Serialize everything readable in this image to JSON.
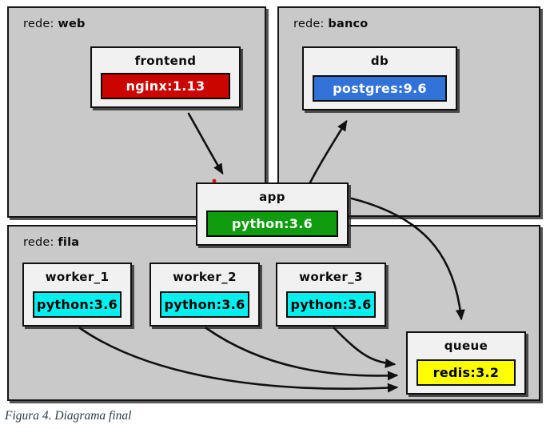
{
  "figure": {
    "caption": "Figura 4. Diagrama final"
  },
  "networks": [
    {
      "id": "web",
      "label_prefix": "rede:",
      "name": "web"
    },
    {
      "id": "banco",
      "label_prefix": "rede:",
      "name": "banco"
    },
    {
      "id": "fila",
      "label_prefix": "rede:",
      "name": "fila"
    }
  ],
  "nodes": {
    "frontend": {
      "title": "frontend",
      "image": "nginx:1.13",
      "bg": "#cc0400",
      "fg": "#ffffff",
      "network": "web"
    },
    "db": {
      "title": "db",
      "image": "postgres:9.6",
      "bg": "#3273d9",
      "fg": "#ffffff",
      "network": "banco"
    },
    "app": {
      "title": "app",
      "image": "python:3.6",
      "bg": "#0f9d0f",
      "fg": "#ffffff",
      "network": ""
    },
    "worker_1": {
      "title": "worker_1",
      "image": "python:3.6",
      "bg": "#00f0f0",
      "fg": "#000000",
      "network": "fila"
    },
    "worker_2": {
      "title": "worker_2",
      "image": "python:3.6",
      "bg": "#00f0f0",
      "fg": "#000000",
      "network": "fila"
    },
    "worker_3": {
      "title": "worker_3",
      "image": "python:3.6",
      "bg": "#00f0f0",
      "fg": "#000000",
      "network": "fila"
    },
    "queue": {
      "title": "queue",
      "image": "redis:3.2",
      "bg": "#ffff00",
      "fg": "#000000",
      "network": "fila"
    }
  },
  "edges": [
    {
      "from": "frontend",
      "to": "app"
    },
    {
      "from": "app",
      "to": "db"
    },
    {
      "from": "app",
      "to": "queue"
    },
    {
      "from": "worker_1",
      "to": "queue"
    },
    {
      "from": "worker_2",
      "to": "queue"
    },
    {
      "from": "worker_3",
      "to": "queue"
    }
  ],
  "palette": {
    "network_bg": "#c9c9c9",
    "node_bg": "#f1f1f1",
    "edge_color": "#101010",
    "caption_color": "#2f3b49",
    "red_dot": "#e01010"
  }
}
